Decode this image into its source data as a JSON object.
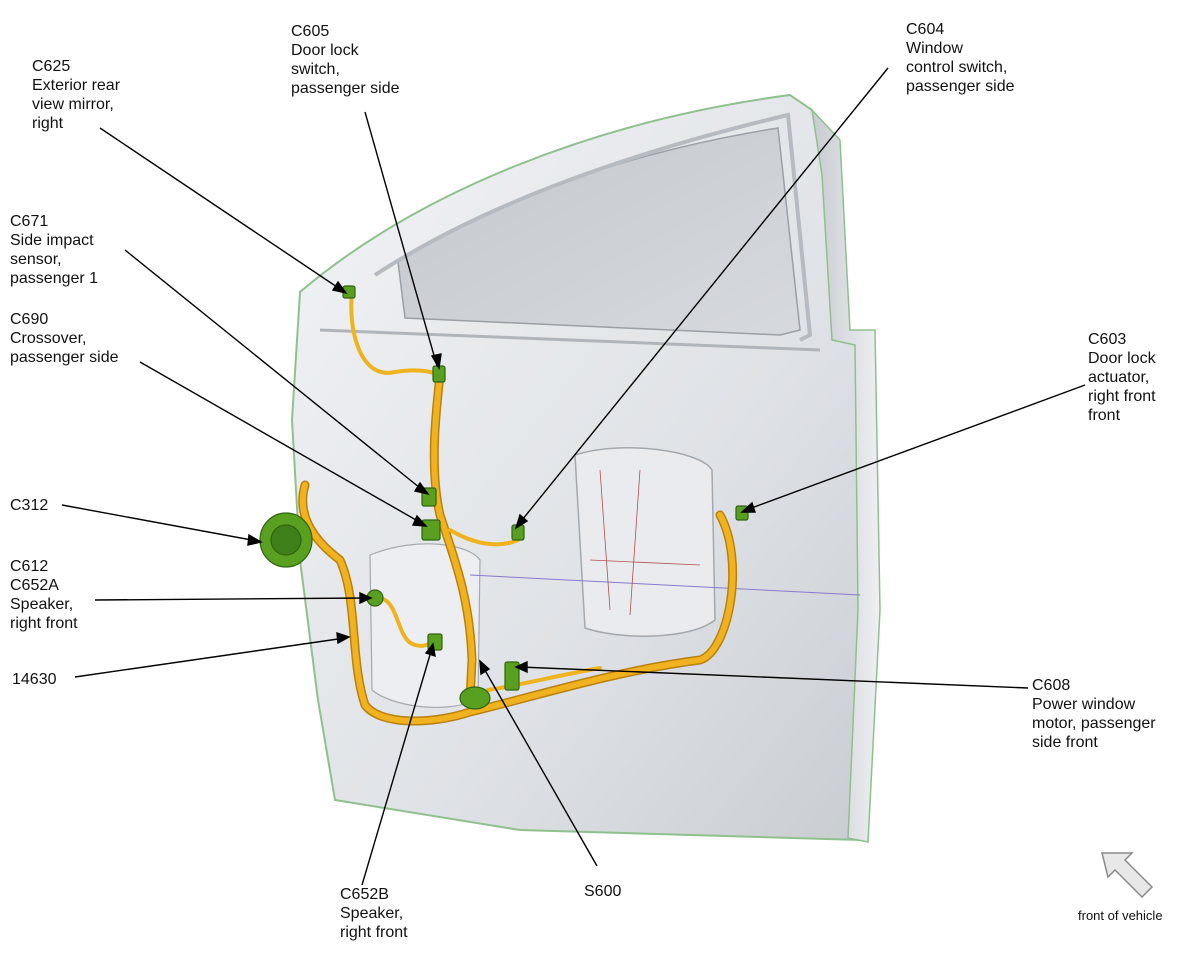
{
  "callouts": {
    "c625": "C625\nExterior rear\nview mirror,\nright",
    "c605": "C605\nDoor lock\nswitch,\npassenger side",
    "c604": "C604\nWindow\ncontrol switch,\npassenger side",
    "c671": "C671\nSide impact\nsensor,\npassenger 1",
    "c690": "C690\nCrossover,\npassenger side",
    "c603": "C603\nDoor lock\nactuator,\nright front\nfront",
    "c312": "C312",
    "c612": "C612\nC652A\nSpeaker,\nright front",
    "p14630": "14630",
    "c608": "C608\nPower window\nmotor, passenger\nside front",
    "c652b": "C652B\nSpeaker,\nright front",
    "s600": "S600"
  },
  "orientation": {
    "label": "front of vehicle",
    "icon": "arrow-up-left-icon"
  },
  "colors": {
    "harness": "#f0b21e",
    "harness_dark": "#b9800e",
    "connector": "#5aa020",
    "door_panel": "#e3e6ea",
    "door_edge": "#9bc79a",
    "window_glass": "#cfd3d8",
    "leader_line": "#000000"
  }
}
